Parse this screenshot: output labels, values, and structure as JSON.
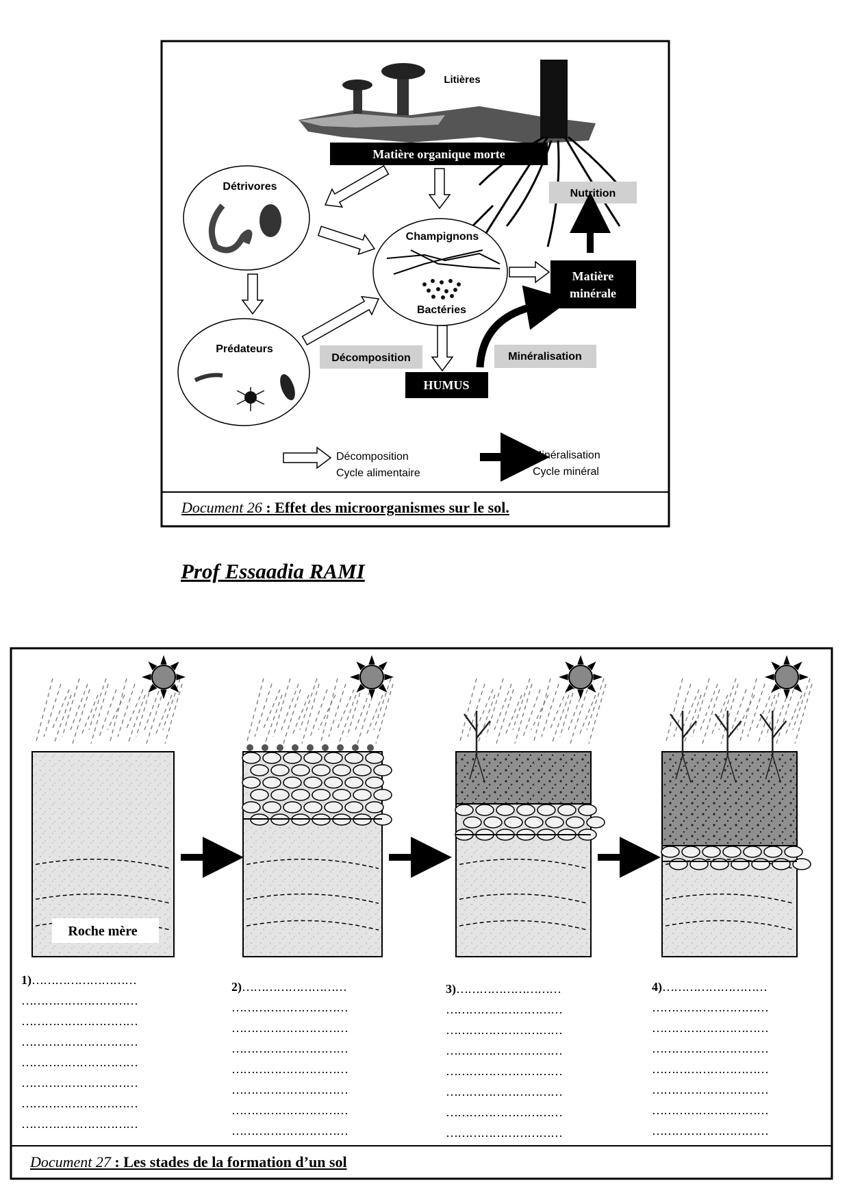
{
  "doc26": {
    "labels": {
      "litieres": "Litières",
      "matiere_organique": "Matière organique morte",
      "detrivores": "Détrivores",
      "predateurs": "Prédateurs",
      "champignons": "Champignons",
      "bacteries": "Bactéries",
      "nutrition": "Nutrition",
      "matiere_minerale_1": "Matière",
      "matiere_minerale_2": "minérale",
      "decomposition": "Décomposition",
      "humus": "HUMUS",
      "mineralisation": "Minéralisation"
    },
    "legend": {
      "hollow_line1": "Décomposition",
      "hollow_line2": "Cycle alimentaire",
      "black_line1": "Minéralisation",
      "black_line2": "Cycle minéral"
    },
    "caption_doc": "Document 26",
    "caption_text": " : Effet des microorganismes sur le sol."
  },
  "author": "Prof  Essaadia RAMI",
  "doc27": {
    "roche_label": "Roche mère",
    "answers": [
      {
        "label": "1)",
        "first": "………………………",
        "lines": [
          "…………………………",
          "…………………………",
          "…………………………",
          "…………………………",
          "…………………………",
          "…………………………",
          "…………………………"
        ]
      },
      {
        "label": "2)",
        "first": "………………………",
        "lines": [
          "…………………………",
          "…………………………",
          "…………………………",
          "…………………………",
          "…………………………",
          "…………………………",
          "…………………………"
        ]
      },
      {
        "label": "3)",
        "first": "………………………",
        "lines": [
          "…………………………",
          "…………………………",
          "…………………………",
          "…………………………",
          "…………………………",
          "…………………………",
          "…………………………"
        ]
      },
      {
        "label": "4)",
        "first": "………………………",
        "lines": [
          "…………………………",
          "…………………………",
          "…………………………",
          "…………………………",
          "…………………………",
          "…………………………",
          "…………………………"
        ]
      }
    ],
    "caption_doc": "Document 27",
    "caption_text": " : Les stades de la formation d’un sol"
  },
  "colors": {
    "label_gray": "#d0d0d0",
    "rock_light": "#e2e2e2",
    "soil_dark": "#8f8f8f",
    "sun": "#888888"
  }
}
